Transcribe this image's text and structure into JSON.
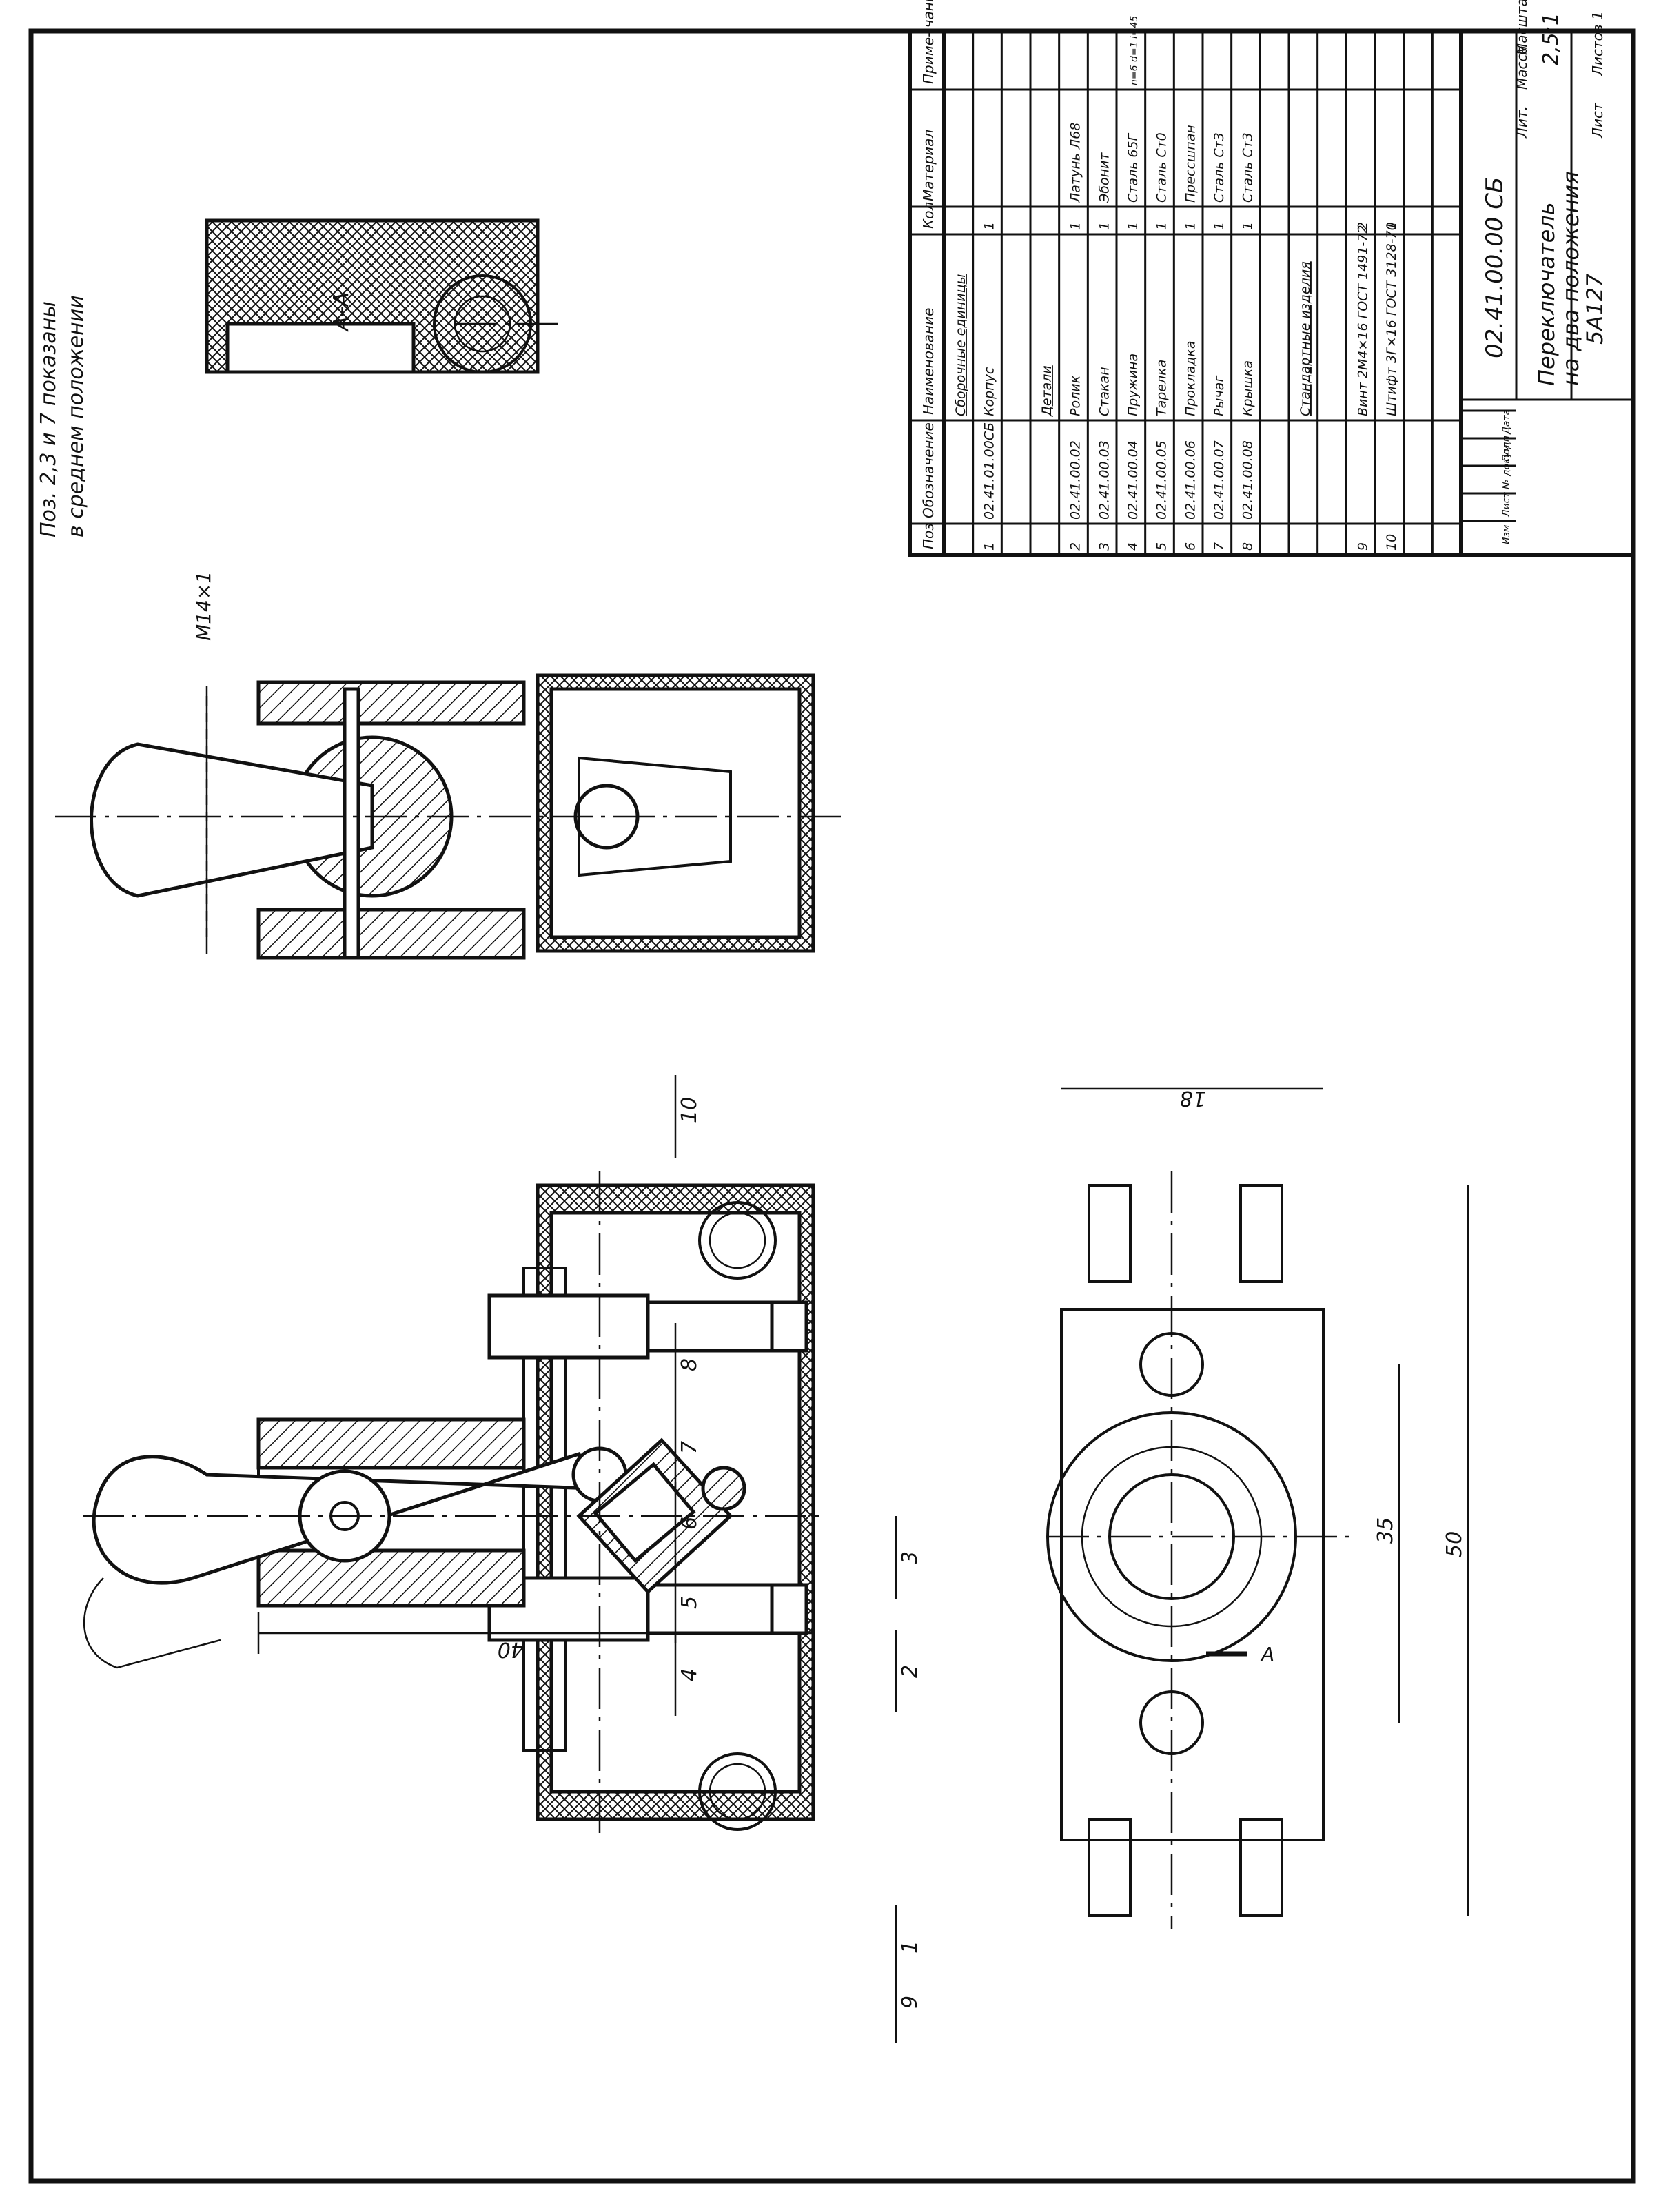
{
  "drawing": {
    "note_line1": "Поз. 2,3 и 7 показаны",
    "note_line2": "в среднем положении",
    "section_label": "А–А",
    "thread": "M14×1",
    "section_mark": "А",
    "dims": {
      "width_40": "40",
      "depth_18": "18",
      "hole_35": "35",
      "length_50": "50"
    },
    "leaders": [
      "1",
      "2",
      "3",
      "4",
      "5",
      "6",
      "7",
      "8",
      "9",
      "10"
    ]
  },
  "spec": {
    "headers": {
      "pos": "Поз",
      "designation": "Обозначение",
      "name": "Наименование",
      "qty": "Кол",
      "material": "Материал",
      "note_1": "Приме-",
      "note_2": "чание"
    },
    "rows": [
      {
        "pos": "",
        "designation": "",
        "name": "Сборочные единицы",
        "qty": "",
        "material": "",
        "note": "",
        "heading": true
      },
      {
        "pos": "1",
        "designation": "02.41.01.00СБ",
        "name": "Корпус",
        "qty": "1",
        "material": "",
        "note": ""
      },
      {
        "pos": "",
        "designation": "",
        "name": "",
        "qty": "",
        "material": "",
        "note": ""
      },
      {
        "pos": "",
        "designation": "",
        "name": "Детали",
        "qty": "",
        "material": "",
        "note": "",
        "heading": true
      },
      {
        "pos": "2",
        "designation": "02.41.00.02",
        "name": "Ролик",
        "qty": "1",
        "material": "Латунь Л68",
        "note": ""
      },
      {
        "pos": "3",
        "designation": "02.41.00.03",
        "name": "Стакан",
        "qty": "1",
        "material": "Эбонит",
        "note": ""
      },
      {
        "pos": "4",
        "designation": "02.41.00.04",
        "name": "Пружина",
        "qty": "1",
        "material": "Сталь 65Г",
        "note": "n=6 d=1 i=45"
      },
      {
        "pos": "5",
        "designation": "02.41.00.05",
        "name": "Тарелка",
        "qty": "1",
        "material": "Сталь Ст0",
        "note": ""
      },
      {
        "pos": "6",
        "designation": "02.41.00.06",
        "name": "Прокладка",
        "qty": "1",
        "material": "Прессшпан",
        "note": ""
      },
      {
        "pos": "7",
        "designation": "02.41.00.07",
        "name": "Рычаг",
        "qty": "1",
        "material": "Сталь Ст3",
        "note": ""
      },
      {
        "pos": "8",
        "designation": "02.41.00.08",
        "name": "Крышка",
        "qty": "1",
        "material": "Сталь Ст3",
        "note": ""
      },
      {
        "pos": "",
        "designation": "",
        "name": "",
        "qty": "",
        "material": "",
        "note": ""
      },
      {
        "pos": "",
        "designation": "",
        "name": "Стандартные изделия",
        "qty": "",
        "material": "",
        "note": "",
        "heading": true
      },
      {
        "pos": "",
        "designation": "",
        "name": "",
        "qty": "",
        "material": "",
        "note": ""
      },
      {
        "pos": "9",
        "designation": "",
        "name": "Винт 2М4×16 ГОСТ 1491-72",
        "qty": "2",
        "material": "",
        "note": ""
      },
      {
        "pos": "10",
        "designation": "",
        "name": "Штифт 3Г×16 ГОСТ 3128-70",
        "qty": "1",
        "material": "",
        "note": ""
      },
      {
        "pos": "",
        "designation": "",
        "name": "",
        "qty": "",
        "material": "",
        "note": ""
      },
      {
        "pos": "",
        "designation": "",
        "name": "",
        "qty": "",
        "material": "",
        "note": ""
      }
    ]
  },
  "title_block": {
    "code": "02.41.00.00 СБ",
    "title_1": "Переключатель",
    "title_2": "на два положения",
    "title_3": "5А127",
    "lit": "Лит.",
    "mass": "Масса",
    "scale_label": "Масштаб",
    "scale": "2,5:1",
    "sheet": "Лист",
    "sheets": "Листов 1",
    "stamp_cols": [
      "Изм",
      "Лист",
      "№ докум",
      "Подп",
      "Дата"
    ]
  }
}
